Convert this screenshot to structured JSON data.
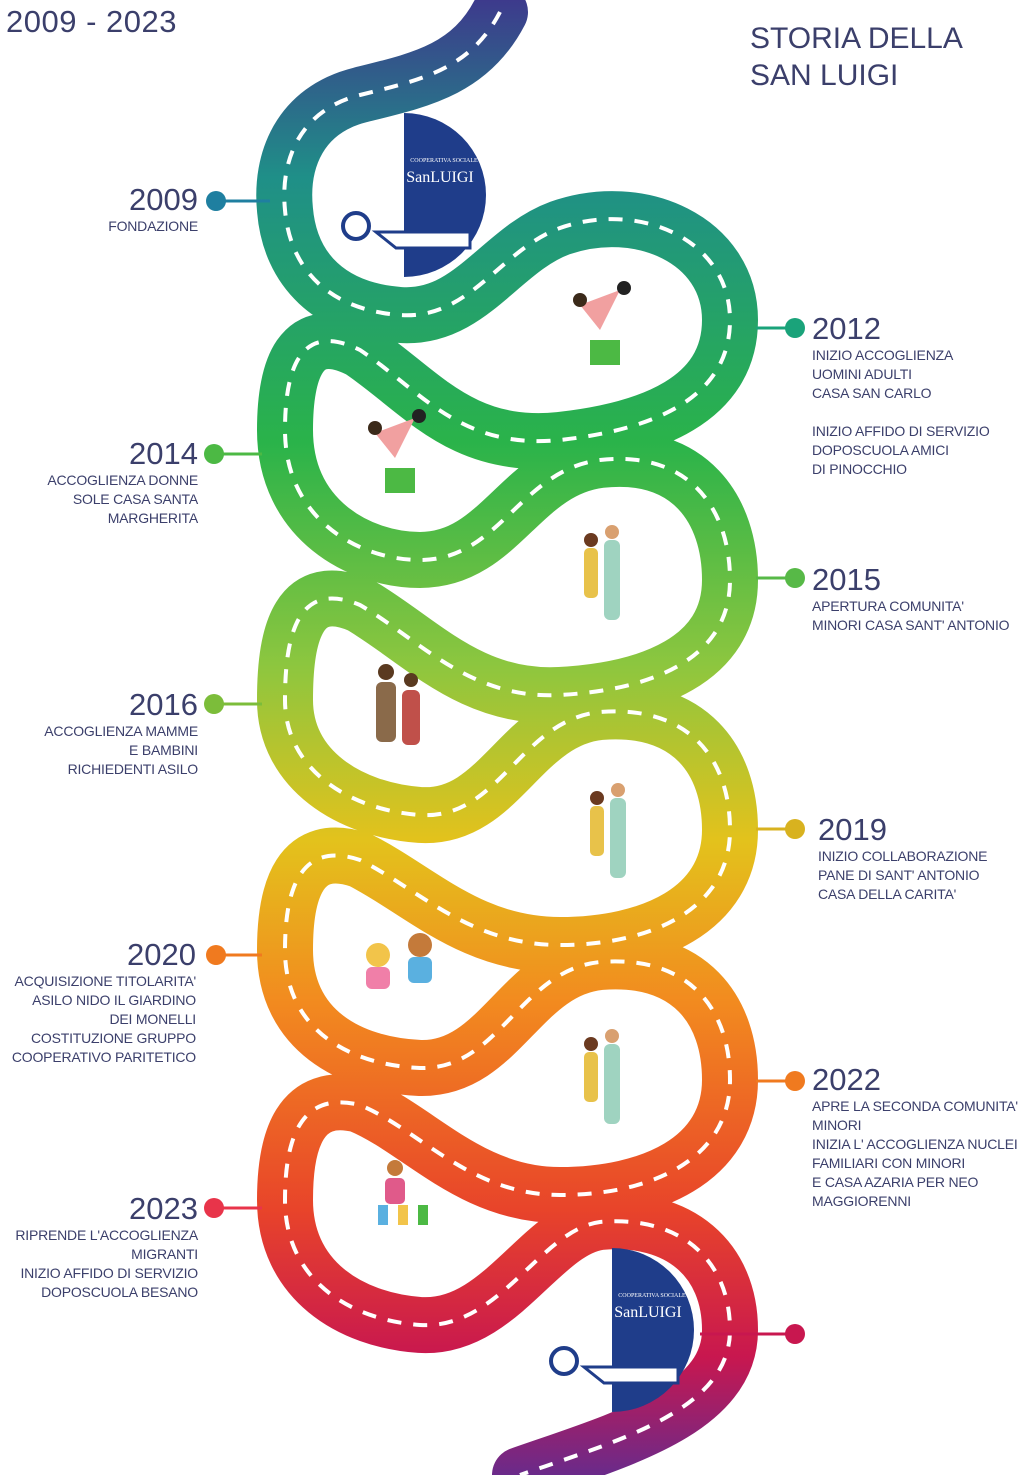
{
  "header": {
    "range": "2009 - 2023",
    "title_line1": "STORIA DELLA",
    "title_line2": "SAN LUIGI"
  },
  "logo": {
    "small_text": "COOPERATIVA SOCIALE",
    "name": "SanLUIGI"
  },
  "colors": {
    "road_top": "#3d3a8c",
    "road_teal": "#1f8f88",
    "road_green": "#2ab34a",
    "road_lime": "#8cc63f",
    "road_yellow": "#e3c21c",
    "road_orange": "#f28a1f",
    "road_red": "#e8442a",
    "road_crimson": "#c8174f",
    "road_purple": "#6a2a8a",
    "logo_blue": "#1f3d8a",
    "text": "#3b3f6b"
  },
  "events": [
    {
      "year": "2009",
      "lines": [
        "FONDAZIONE"
      ],
      "color": "#1f7fa0"
    },
    {
      "year": "2012",
      "lines": [
        "INIZIO ACCOGLIENZA",
        "UOMINI ADULTI",
        "CASA SAN CARLO",
        "",
        "INIZIO AFFIDO DI SERVIZIO",
        "DOPOSCUOLA AMICI",
        "DI PINOCCHIO"
      ],
      "color": "#1aa37a"
    },
    {
      "year": "2014",
      "lines": [
        "ACCOGLIENZA DONNE",
        "SOLE CASA SANTA",
        "MARGHERITA"
      ],
      "color": "#4cb944"
    },
    {
      "year": "2015",
      "lines": [
        "APERTURA COMUNITA'",
        "MINORI CASA SANT' ANTONIO"
      ],
      "color": "#57b947"
    },
    {
      "year": "2016",
      "lines": [
        "ACCOGLIENZA MAMME",
        "E BAMBINI",
        "RICHIEDENTI ASILO"
      ],
      "color": "#7cbd3a"
    },
    {
      "year": "2019",
      "lines": [
        "INIZIO COLLABORAZIONE",
        "PANE DI SANT' ANTONIO",
        "CASA DELLA CARITA'"
      ],
      "color": "#d8b21f"
    },
    {
      "year": "2020",
      "lines": [
        "ACQUISIZIONE TITOLARITA'",
        "ASILO NIDO IL GIARDINO",
        "DEI MONELLI",
        "COSTITUZIONE GRUPPO",
        "COOPERATIVO PARITETICO"
      ],
      "color": "#f07a1f"
    },
    {
      "year": "2022",
      "lines": [
        "APRE LA SECONDA COMUNITA'",
        "MINORI",
        "INIZIA L' ACCOGLIENZA NUCLEI",
        "FAMILIARI CON MINORI",
        "E CASA AZARIA PER NEO",
        "MAGGIORENNI"
      ],
      "color": "#f07a1f"
    },
    {
      "year": "2023",
      "lines": [
        "RIPRENDE L'ACCOGLIENZA",
        "MIGRANTI",
        "INIZIO AFFIDO DI SERVIZIO",
        "DOPOSCUOLA BESANO"
      ],
      "color": "#e8344a"
    }
  ],
  "end_marker_color": "#c8174f"
}
